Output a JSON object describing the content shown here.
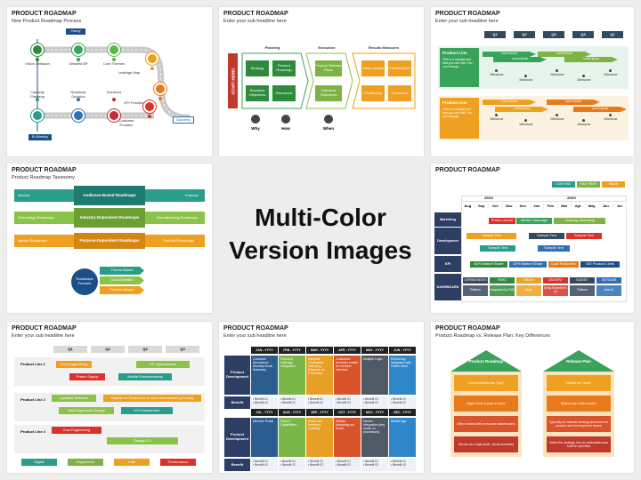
{
  "center": {
    "line1": "Multi-Color",
    "line2": "Version Images"
  },
  "s1": {
    "title": "PRODUCT ROADMAP",
    "subtitle": "New Product Roadmap Process",
    "yearly": "Yearly",
    "biweekly": "Bi-Weekly",
    "quarterly": "Quarterly",
    "labels": [
      "Vision / Mission",
      "Detailed BP",
      "Core Themes",
      "Leakage Map",
      "KPI Prioritization",
      "Customer Problem",
      "Solutions",
      "Roadmap Decision",
      "Capacity Planning"
    ],
    "colors": [
      "#2e8b3c",
      "#3aa35b",
      "#5bb848",
      "#e5a21a",
      "#e77b1c",
      "#d9322b",
      "#c52b32",
      "#2e6fb5",
      "#2a9c8a"
    ]
  },
  "s2": {
    "title": "PRODUCT ROADMAP",
    "subtitle": "Enter your sub headline here",
    "start_here": "START HERE!",
    "headers": [
      "Planning",
      "Execution",
      "Results Measures"
    ],
    "planning": [
      "Strategy",
      "Product Roadmap",
      "Business Objectives",
      "Resources"
    ],
    "execution": [
      "Product Release Plans",
      "Individual Objectives"
    ],
    "results": [
      "Sales Growth",
      "Infrastructure",
      "Positioning",
      "Customers"
    ],
    "bottom": [
      "Why",
      "How",
      "When"
    ]
  },
  "s3": {
    "title": "PRODUCT ROADMAP",
    "subtitle": "Enter your sub headline here",
    "quarters": [
      "Q1",
      "Q2",
      "Q3",
      "Q4",
      "Q1"
    ],
    "product_line": "Product Line",
    "desc": "This is a sample text that you can edit. You can change.",
    "lorem": "Lorem Ipsum",
    "milestone": "Milestone"
  },
  "s4": {
    "title": "PRODUCT ROADMAP",
    "subtitle": "Product Roadmap Taxonomy",
    "internal": "Internal",
    "external": "External",
    "rows": [
      {
        "left": "",
        "center": "Audience-Based Roadmaps",
        "right": ""
      },
      {
        "left": "Technology Roadmaps",
        "center": "Industry-Dependent Roadmaps",
        "right": "Manufacturing Roadmaps"
      },
      {
        "left": "Market Roadmaps",
        "center": "Purpose-Dependent Roadmaps",
        "right": "Portfolio Roadmaps"
      }
    ],
    "formats_label": "Roadmaps Formats",
    "formats": [
      "Theme-Based",
      "Goal-Oriented",
      "Feature-Based"
    ]
  },
  "s5": {
    "title": "PRODUCT ROADMAP",
    "legend": [
      "LOW RISK",
      "HIGH RISK",
      "ISSUE"
    ],
    "years": [
      "20XX",
      "20XX"
    ],
    "months": [
      "Aug",
      "Sep",
      "Oct",
      "Nov",
      "Dec",
      "Jan",
      "Feb",
      "Mar",
      "Apr",
      "May",
      "Jun",
      "Jul"
    ],
    "rows": [
      "Marketing",
      "Development",
      "KPI",
      "DASHBOARD"
    ],
    "marketing": [
      "Press Launch",
      "Media Campaign",
      "Ongoing Marketing"
    ],
    "sample": "Sample Text",
    "kpi": [
      "80% Market Share",
      "20% Market Share",
      "Cost Reduction",
      "100 Product Lines"
    ],
    "dash_head": [
      "DEPENDENCIES",
      "RISKS",
      "ISSUES",
      "DELIVERY",
      "BUDGET",
      "ON RADAR"
    ],
    "dash_vals": [
      "Platform",
      "Integration by CMS",
      "Bugs",
      "Delay Expected in Q1",
      "Platform",
      "New UI"
    ]
  },
  "s6": {
    "title": "PRODUCT ROADMAP",
    "subtitle": "Enter your sub headline here",
    "quarters": [
      "Q1",
      "Q2",
      "Q3",
      "Q4"
    ],
    "lines": [
      "Product Line 1",
      "Product Line 2",
      "Product Line 3"
    ],
    "bars1": [
      "Cost Engineering",
      "UX Improvement",
      "Power Supply",
      "Mobile Enhancements"
    ],
    "bars2": [
      "Updated Software",
      "Migrate on Production to New Manufacturing Facility",
      "New Ergonomic Design",
      "KPI Enablement"
    ],
    "bars3": [
      "Cost Engineering",
      "Design 3.0"
    ],
    "legend": [
      "Digital",
      "Experience",
      "Cost",
      "Performance"
    ]
  },
  "s7": {
    "title": "PRODUCT ROADMAP",
    "subtitle": "Enter your sub headline here",
    "months_top": [
      "JAN - YYYY",
      "FEB - YYYY",
      "MAR - YYYY",
      "APR - YYYY",
      "MAY - YYYY",
      "JUN - YYYY"
    ],
    "months_bottom": [
      "JUL - YYYY",
      "AUG - YYYY",
      "SEP - YYYY",
      "OCT - YYYY",
      "NOV - YYYY",
      "DEC - YYYY"
    ],
    "pd": "Product Development",
    "benefit": "Benefit",
    "top_cells": [
      "Customer Abundance Monthly Email Summary",
      "Payment Gateway Integration",
      "Integrate Transaction Data (e.g. Deposits on Purchase)",
      "Customize reminder emails for member retention",
      "Multiple Login",
      "Enhancing Integrated with Online Store"
    ],
    "bottom_cells": [
      "Member Portal",
      "Payroll Capabilities",
      "Retail and Inventory Tracking",
      "Affiliate Marketing via Email",
      "Device Integration (key cards, cc processors)",
      "Mobile App"
    ],
    "benefit_text": "• Benefit 01\n• Benefit 02",
    "colors": [
      "#2c5d8f",
      "#7ab648",
      "#e89f25",
      "#d9532b",
      "#505a66",
      "#2f86c9"
    ]
  },
  "s8": {
    "title": "PRODUCT ROADMAP",
    "subtitle": "Product Roadmap vs. Release Plan: Key Differences",
    "left_title": "Product Roadmap",
    "right_title": "Release Plan",
    "left_items": [
      "Communicates the \"why\"",
      "Might cover a year or more",
      "Often shared with executive stakeholders",
      "Serves as a high-level, visual summary"
    ],
    "right_items": [
      "Details the \"what\"",
      "Spans only a few months",
      "Typically an internal working document for product and development teams",
      "Takes the strategy into an actionable plan built on specifics"
    ]
  }
}
